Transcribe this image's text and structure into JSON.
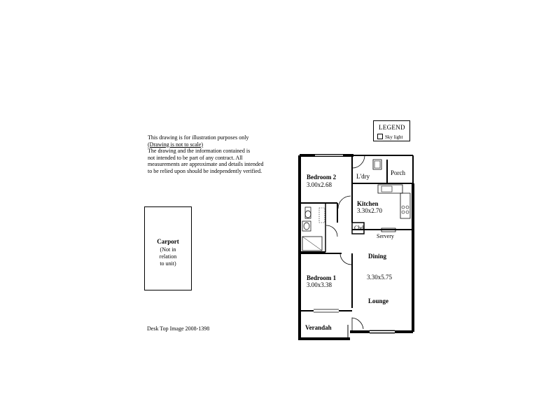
{
  "disclaimer": {
    "line1": "This drawing is for illustration purposes only",
    "line2": "(Drawing is not to scale)",
    "line3": "The drawing and the information contained is",
    "line4": "not intended to be part of any contract. All",
    "line5": "measurements are approximate and details intended",
    "line6": "to be relied upon should be independently verified."
  },
  "legend": {
    "title": "LEGEND",
    "item": "Sky light"
  },
  "carport": {
    "title": "Carport",
    "note1": "(Not in",
    "note2": "relation",
    "note3": "to unit)"
  },
  "credit": "Desk Top Image 2008-1398",
  "rooms": {
    "bedroom2": {
      "name": "Bedroom 2",
      "size": "3.00x2.68"
    },
    "laundry": {
      "name": "L'dry"
    },
    "porch": {
      "name": "Porch"
    },
    "kitchen": {
      "name": "Kitchen",
      "size": "3.30x2.70"
    },
    "cupboard": {
      "name": "Cbd"
    },
    "servery": {
      "name": "Servery"
    },
    "dining": {
      "name": "Dining"
    },
    "living_size": "3.30x5.75",
    "lounge": {
      "name": "Lounge"
    },
    "bedroom1": {
      "name": "Bedroom 1",
      "size": "3.00x3.38"
    },
    "verandah": {
      "name": "Verandah"
    }
  },
  "colors": {
    "line": "#000000",
    "background": "#ffffff"
  }
}
